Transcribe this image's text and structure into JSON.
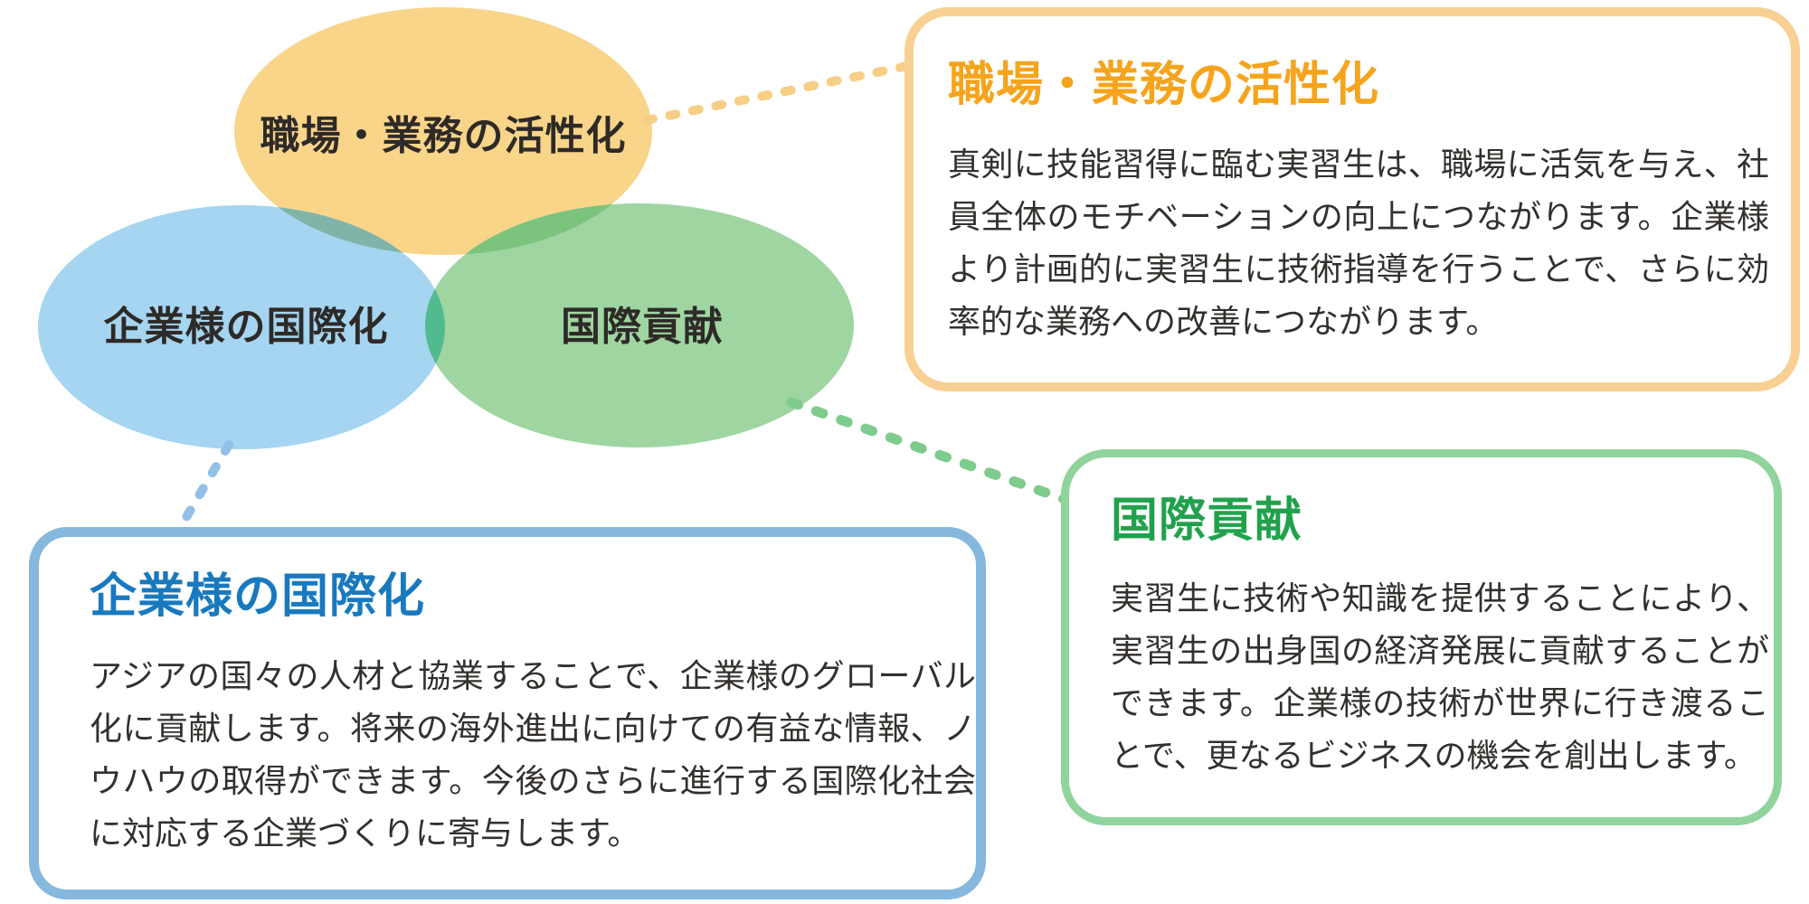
{
  "diagram": {
    "ellipses": [
      {
        "label": "職場・業務の活性化",
        "fill": "#F9D58A"
      },
      {
        "label": "企業様の国際化",
        "fill": "#A5D5F0"
      },
      {
        "label": "国際貢献",
        "fill": "#9FD5A1"
      }
    ],
    "overlap_colors": {
      "yellow_blue": "#80B4A9",
      "yellow_green": "#7CC47E",
      "blue_green": "#52BA90"
    },
    "label_color": "#2E2A28"
  },
  "connectors": [
    {
      "name": "workplace-to-box",
      "color": "#F7CE85"
    },
    {
      "name": "globalization-to-box",
      "color": "#92C0E6"
    },
    {
      "name": "contribution-to-box",
      "color": "#7ECC8D"
    }
  ],
  "callouts": [
    {
      "title": "職場・業務の活性化",
      "body": "真剣に技能習得に臨む実習生は、職場に活気を与え、社員全体のモチベーションの向上につながります。企業様より計画的に実習生に技術指導を行うことで、さらに効率的な業務への改善につながります。",
      "title_color": "#F6A41C",
      "border_color": "#F8D093"
    },
    {
      "title": "企業様の国際化",
      "body": "アジアの国々の人材と協業することで、企業様のグローバル化に貢献します。将来の海外進出に向けての有益な情報、ノウハウの取得ができます。今後のさらに進行する国際化社会に対応する企業づくりに寄与します。",
      "title_color": "#1979BF",
      "border_color": "#86B8DD"
    },
    {
      "title": "国際貢献",
      "body": "実習生に技術や知識を提供することにより、実習生の出身国の経済発展に貢献することができます。企業様の技術が世界に行き渡ることで、更なるビジネスの機会を創出します。",
      "title_color": "#22A14D",
      "border_color": "#90D39C"
    }
  ],
  "body_text_color": "#33302D"
}
